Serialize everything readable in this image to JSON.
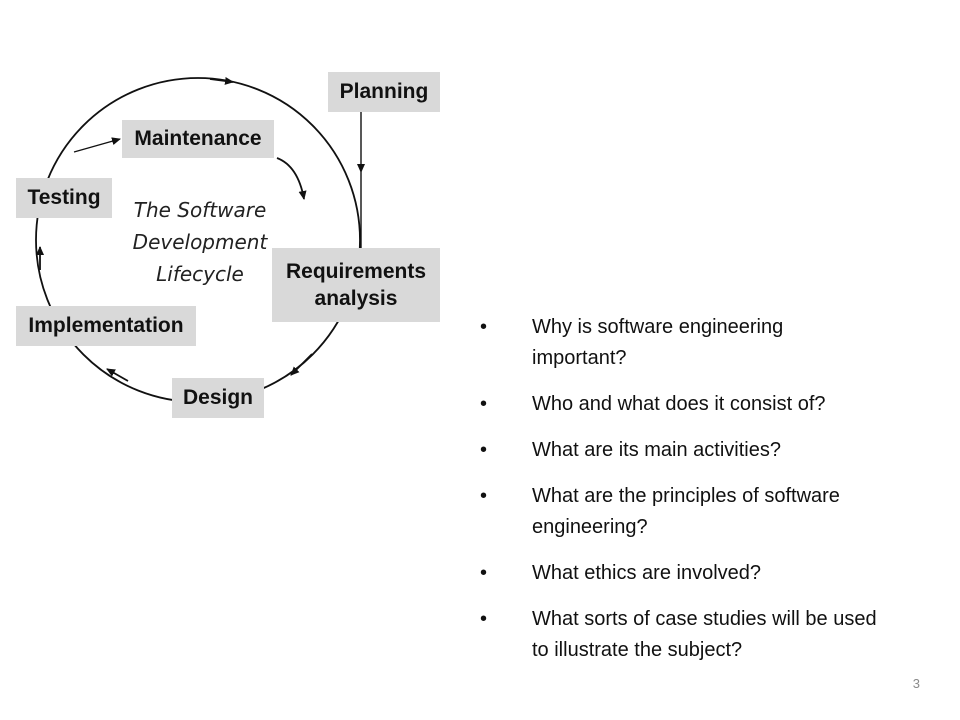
{
  "diagram": {
    "title_lines": [
      "The Software",
      "Development",
      "Lifecycle"
    ],
    "stages": {
      "planning": "Planning",
      "requirements_line1": "Requirements",
      "requirements_line2": "analysis",
      "design": "Design",
      "implementation": "Implementation",
      "testing": "Testing",
      "maintenance": "Maintenance"
    }
  },
  "questions": [
    "Why is software engineering important?",
    "Who and what does it consist of?",
    "What are its main activities?",
    "What are the principles of software engineering?",
    "What ethics are involved?",
    "What sorts of case studies will be used to illustrate the subject?"
  ],
  "bullet_char": "•",
  "page_number": "3"
}
